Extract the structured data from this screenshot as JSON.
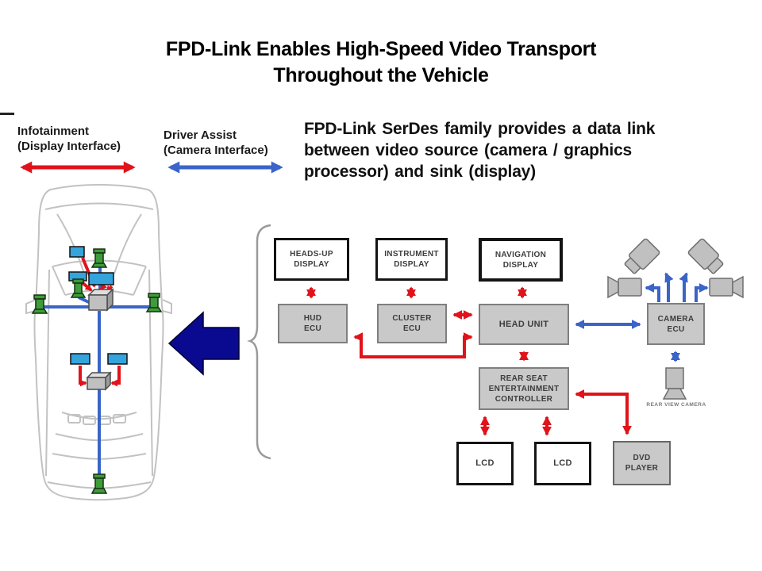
{
  "title": {
    "line1": "FPD-Link Enables High-Speed Video Transport",
    "line2": "Throughout the Vehicle"
  },
  "legend": {
    "infotainment": {
      "label": "Infotainment\n(Display Interface)",
      "arrow_color": "#e1131a"
    },
    "driver_assist": {
      "label": "Driver Assist\n(Camera Interface)",
      "arrow_color": "#3a64c8"
    }
  },
  "description": "FPD-Link SerDes family provides a data link\nbetween video source (camera / graphics\nprocessor) and sink (display)",
  "diagram": {
    "blocks": {
      "heads_up_display": "HEADS-UP\nDISPLAY",
      "instrument_display": "INSTRUMENT\nDISPLAY",
      "navigation_display": "NAVIGATION\nDISPLAY",
      "hud_ecu": "HUD\nECU",
      "cluster_ecu": "CLUSTER\nECU",
      "head_unit": "HEAD UNIT",
      "camera_ecu": "CAMERA\nECU",
      "rear_seat_controller": "REAR SEAT\nENTERTAINMENT\nCONTROLLER",
      "lcd_left": "LCD",
      "lcd_right": "LCD",
      "dvd_player": "DVD\nPLAYER"
    },
    "labels": {
      "rear_view_camera": "REAR VIEW CAMERA"
    },
    "colors": {
      "display_link_red": "#e1131a",
      "camera_link_blue": "#3a64c8",
      "big_arrow_navy": "#0a0a90",
      "ecu_box_fill": "#c9c9c9",
      "display_box_fill": "#ffffff",
      "car_display_fill": "#35a3dc",
      "car_camera_green": "#3f9b3b"
    }
  }
}
